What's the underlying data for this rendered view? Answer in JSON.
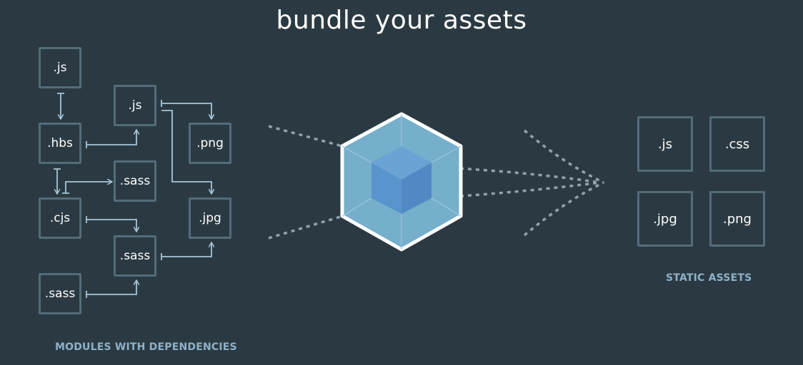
{
  "title": "bundle your assets",
  "modules": {
    "caption": "MODULES WITH DEPENDENCIES",
    "boxes": [
      ".js",
      ".hbs",
      ".cjs",
      ".sass",
      ".js",
      ".sass",
      ".sass",
      ".png",
      ".jpg"
    ]
  },
  "assets": {
    "caption": "STATIC ASSETS",
    "boxes": [
      ".js",
      ".css",
      ".jpg",
      ".png"
    ]
  },
  "colors": {
    "background": "#2b3a42",
    "box_border": "#546c79",
    "arrow": "#a8c5da",
    "caption": "#8eb1c9",
    "cube_outer": "#75afcc",
    "cube_inner": "#5a94cc"
  }
}
